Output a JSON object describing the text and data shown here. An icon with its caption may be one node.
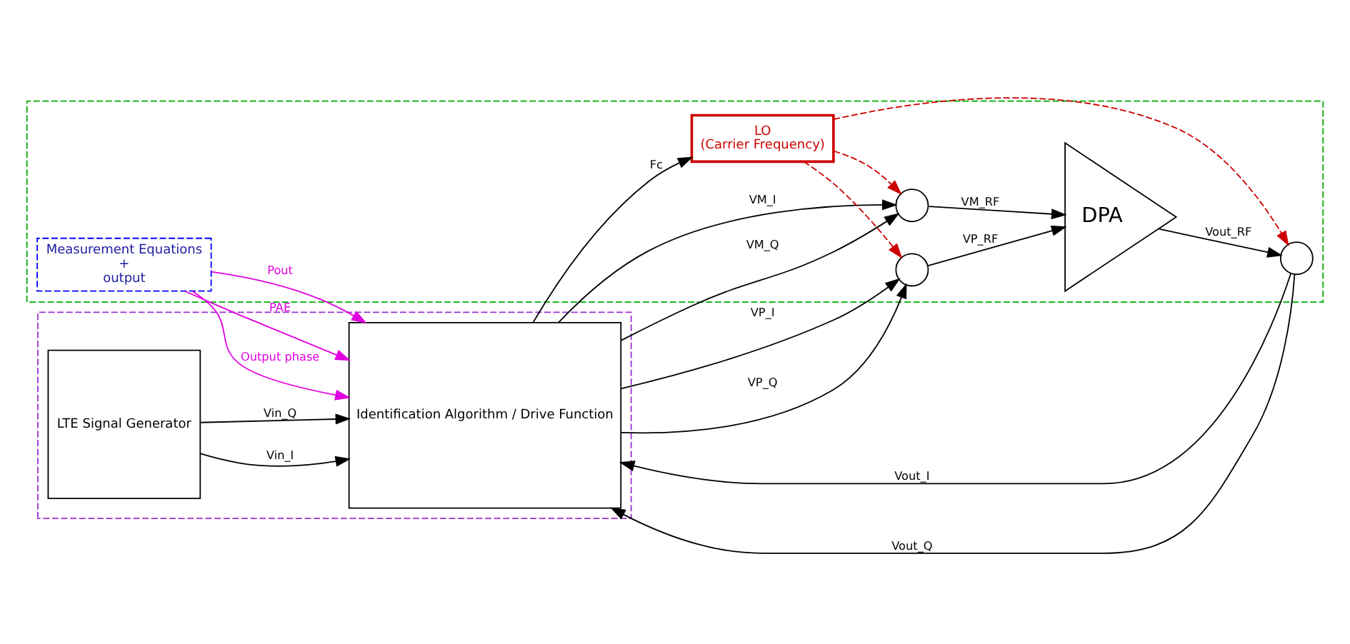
{
  "diagram": {
    "nodes": [
      {
        "text": [],
        "shape": "box"
      },
      {
        "text": [],
        "shape": "box"
      },
      {
        "text": [
          "LTE Signal Generator"
        ],
        "in": 0
      },
      {
        "text": [
          "Identification Algorithm / Drive Function"
        ],
        "in": 0
      },
      {
        "text": [
          "LO",
          "(Carrier Frequency)"
        ],
        "in": 1
      },
      {
        "text": [],
        "shape": "circle",
        "in": 1
      },
      {
        "text": [],
        "shape": "circle",
        "in": 1
      },
      {
        "text": [
          "DPA"
        ],
        "in": 1
      },
      {
        "text": [],
        "shape": "circle",
        "in": 1
      },
      {
        "text": [
          "Measurement Equations",
          "+",
          "output"
        ],
        "in": 1
      }
    ],
    "edges": [
      {
        "from": 2,
        "to": 3,
        "arrow": "to",
        "label": "Vin_I"
      },
      {
        "from": 2,
        "to": 3,
        "arrow": "to",
        "label": "Vin_Q"
      },
      {
        "from": 3,
        "to": 4,
        "arrow": "to",
        "label": "Fc"
      },
      {
        "from": 3,
        "to": 5,
        "arrow": "to",
        "label": "VM_I"
      },
      {
        "from": 3,
        "to": 5,
        "arrow": "to",
        "label": "VM_Q"
      },
      {
        "from": 3,
        "to": 6,
        "arrow": "to",
        "label": "VP_I"
      },
      {
        "from": 3,
        "to": 6,
        "arrow": "to",
        "label": "VP_Q"
      },
      {
        "from": 4,
        "to": 5,
        "arrow": "to",
        "style": "dashed",
        "color": "#cc0000"
      },
      {
        "from": 4,
        "to": 6,
        "arrow": "to",
        "style": "dashed",
        "color": "#cc0000"
      },
      {
        "from": 5,
        "to": 7,
        "arrow": "to",
        "label": "VM_RF"
      },
      {
        "from": 6,
        "to": 7,
        "arrow": "to",
        "label": "VP_RF"
      },
      {
        "from": 4,
        "to": 8,
        "arrow": "to",
        "style": "dashed",
        "color": "#cc0000"
      },
      {
        "from": 7,
        "to": 8,
        "arrow": "to",
        "label": "Vout_RF"
      },
      {
        "from": 8,
        "to": 3,
        "arrow": "to",
        "label": "Vout_I"
      },
      {
        "from": 8,
        "to": 3,
        "arrow": "to",
        "label": "Vout_Q"
      },
      {
        "from": 9,
        "to": 3,
        "arrow": "to",
        "label": "Pout",
        "color": "#e000e0"
      },
      {
        "from": 9,
        "to": 3,
        "arrow": "to",
        "label": "PAE",
        "color": "#e000e0"
      },
      {
        "from": 9,
        "to": 3,
        "arrow": "to",
        "label": "Output phase",
        "color": "#e000e0"
      }
    ]
  }
}
